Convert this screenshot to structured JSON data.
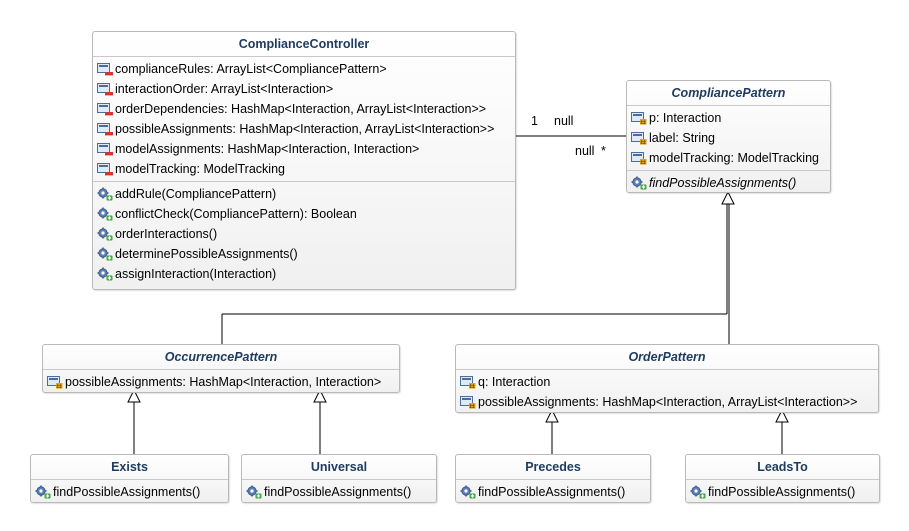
{
  "association": {
    "source_multiplicity": "1",
    "source_role": "null",
    "target_role": "null",
    "target_multiplicity": "*"
  },
  "classes": {
    "compliance_controller": {
      "name": "ComplianceController",
      "attributes": [
        "complianceRules: ArrayList<CompliancePattern>",
        "interactionOrder: ArrayList<Interaction>",
        "orderDependencies: HashMap<Interaction, ArrayList<Interaction>>",
        "possibleAssignments: HashMap<Interaction, ArrayList<Interaction>>",
        "modelAssignments: HashMap<Interaction, Interaction>",
        "modelTracking: ModelTracking"
      ],
      "operations": [
        "addRule(CompliancePattern)",
        "conflictCheck(CompliancePattern): Boolean",
        "orderInteractions()",
        "determinePossibleAssignments()",
        "assignInteraction(Interaction)"
      ]
    },
    "compliance_pattern": {
      "name": "CompliancePattern",
      "attributes": [
        "p: Interaction",
        "label: String",
        "modelTracking: ModelTracking"
      ],
      "operations": [
        "findPossibleAssignments()"
      ]
    },
    "occurrence_pattern": {
      "name": "OccurrencePattern",
      "attributes": [
        "possibleAssignments: HashMap<Interaction, Interaction>"
      ]
    },
    "order_pattern": {
      "name": "OrderPattern",
      "attributes": [
        "q: Interaction",
        "possibleAssignments: HashMap<Interaction, ArrayList<Interaction>>"
      ]
    },
    "exists": {
      "name": "Exists",
      "operations": [
        "findPossibleAssignments()"
      ]
    },
    "universal": {
      "name": "Universal",
      "operations": [
        "findPossibleAssignments()"
      ]
    },
    "precedes": {
      "name": "Precedes",
      "operations": [
        "findPossibleAssignments()"
      ]
    },
    "leads_to": {
      "name": "LeadsTo",
      "operations": [
        "findPossibleAssignments()"
      ]
    }
  }
}
